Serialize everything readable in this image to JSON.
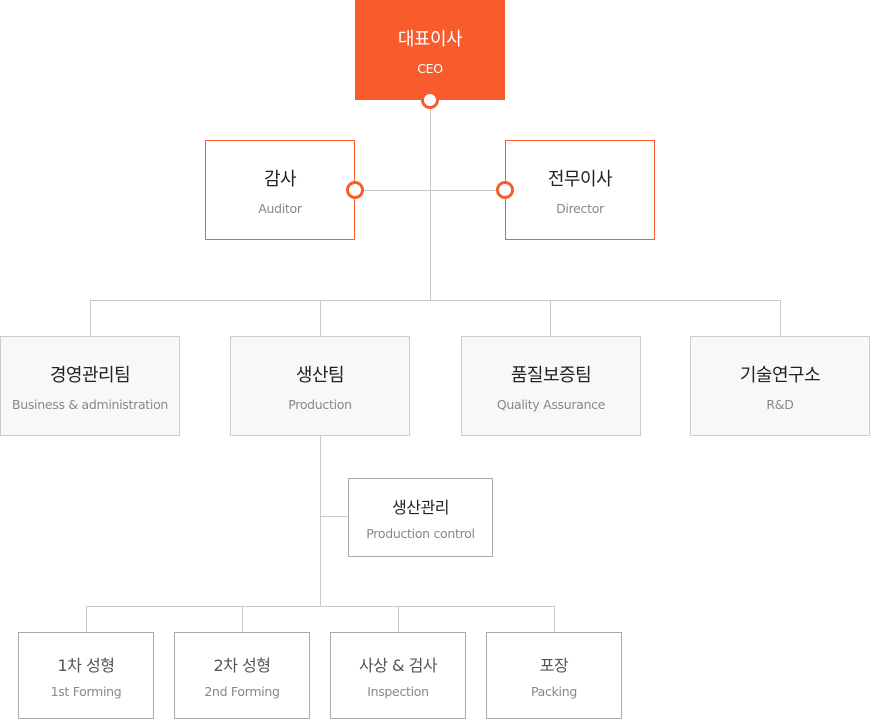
{
  "ceo": {
    "title": "대표이사",
    "subtitle": "CEO"
  },
  "executives": [
    {
      "title": "감사",
      "subtitle": "Auditor"
    },
    {
      "title": "전무이사",
      "subtitle": "Director"
    }
  ],
  "teams": [
    {
      "title": "경영관리팀",
      "subtitle": "Business & administration"
    },
    {
      "title": "생산팀",
      "subtitle": "Production"
    },
    {
      "title": "품질보증팀",
      "subtitle": "Quality Assurance"
    },
    {
      "title": "기술연구소",
      "subtitle": "R&D"
    }
  ],
  "production_control": {
    "title": "생산관리",
    "subtitle": "Production control"
  },
  "processes": [
    {
      "title": "1차 성형",
      "subtitle": "1st Forming"
    },
    {
      "title": "2차 성형",
      "subtitle": "2nd Forming"
    },
    {
      "title": "사상 & 검사",
      "subtitle": "Inspection"
    },
    {
      "title": "포장",
      "subtitle": "Packing"
    }
  ],
  "colors": {
    "accent": "#f95c2c",
    "line": "#c8c8c8",
    "team_bg": "#f8f8f8"
  }
}
